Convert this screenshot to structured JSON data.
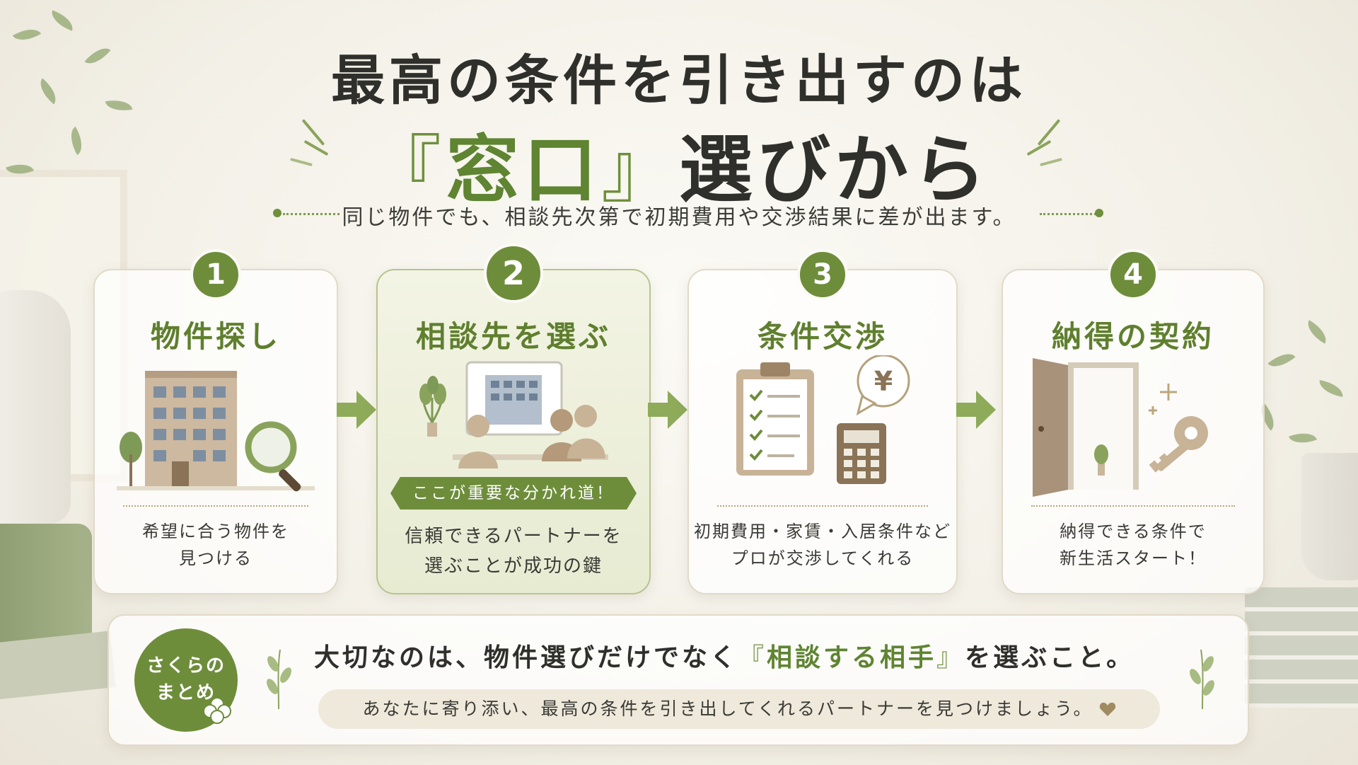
{
  "header": {
    "title_line1": "最高の条件を引き出すのは",
    "title_line2_open": "『",
    "title_line2_highlight": "窓口",
    "title_line2_close": "』",
    "title_line2_rest": "選びから",
    "subtitle": "同じ物件でも、相談先次第で初期費用や交渉結果に差が出ます。"
  },
  "steps": [
    {
      "number": "1",
      "title": "物件探し",
      "description": "希望に合う物件を\n見つける"
    },
    {
      "number": "2",
      "title": "相談先を選ぶ",
      "ribbon": "ここが重要な分かれ道！",
      "description": "信頼できるパートナーを\n選ぶことが成功の鍵"
    },
    {
      "number": "3",
      "title": "条件交渉",
      "description": "初期費用・家賃・入居条件など\nプロが交渉してくれる"
    },
    {
      "number": "4",
      "title": "納得の契約",
      "description": "納得できる条件で\n新生活スタート！"
    }
  ],
  "summary": {
    "badge_line1": "さくらの",
    "badge_line2": "まとめ",
    "main_before": "大切なのは、物件選びだけでなく",
    "main_open": "『",
    "main_highlight": "相談する相手",
    "main_close": "』",
    "main_after": "を選ぶこと。",
    "sub": "あなたに寄り添い、最高の条件を引き出してくれるパートナーを見つけましょう。"
  },
  "icons": {
    "step1": "building-magnifier-icon",
    "step2": "consultation-meeting-icon",
    "step3": "clipboard-calculator-yen-icon",
    "step4": "open-door-key-icon",
    "summary": "clover-icon",
    "end": "heart-icon"
  },
  "colors": {
    "accent": "#6e8d3b",
    "accent_text": "#5f7f2e",
    "text": "#2f2f2c",
    "card_border": "#e2dac8"
  }
}
